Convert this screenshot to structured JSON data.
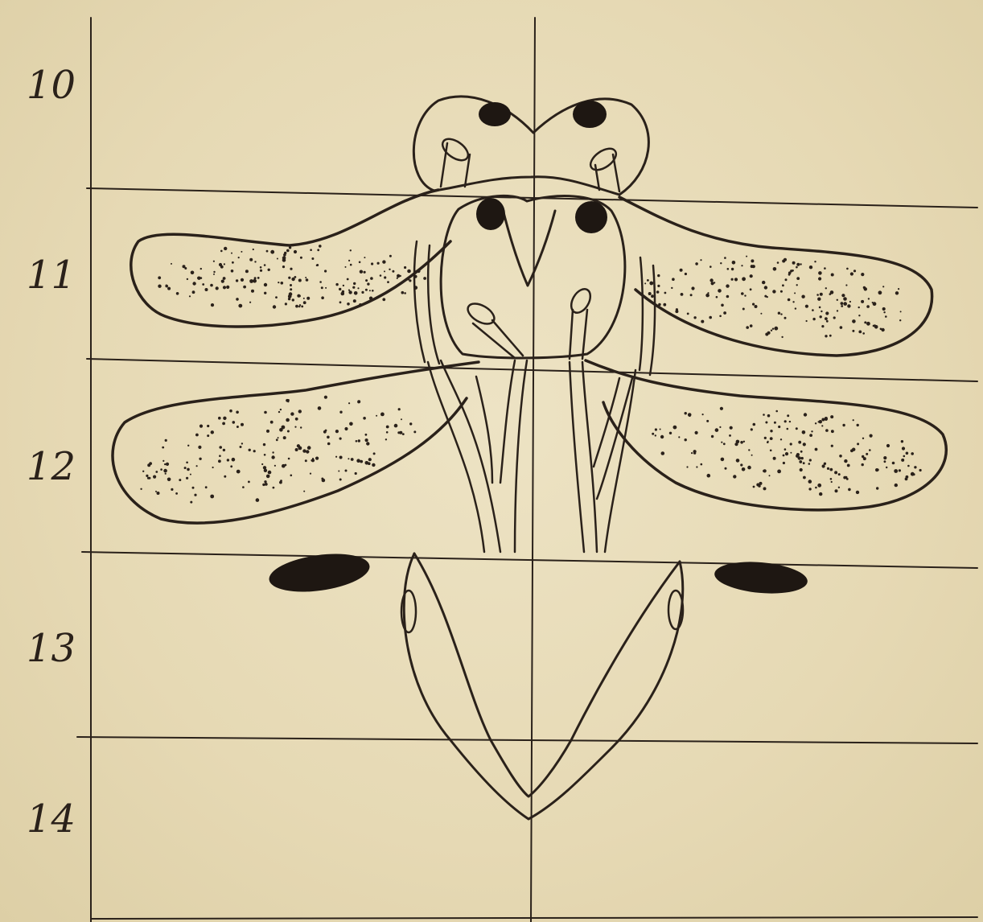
{
  "figure": {
    "row_labels": [
      "10",
      "11",
      "12",
      "13",
      "14"
    ]
  },
  "colors": {
    "paper": "#e8dcb8",
    "ink": "#2a211a"
  }
}
